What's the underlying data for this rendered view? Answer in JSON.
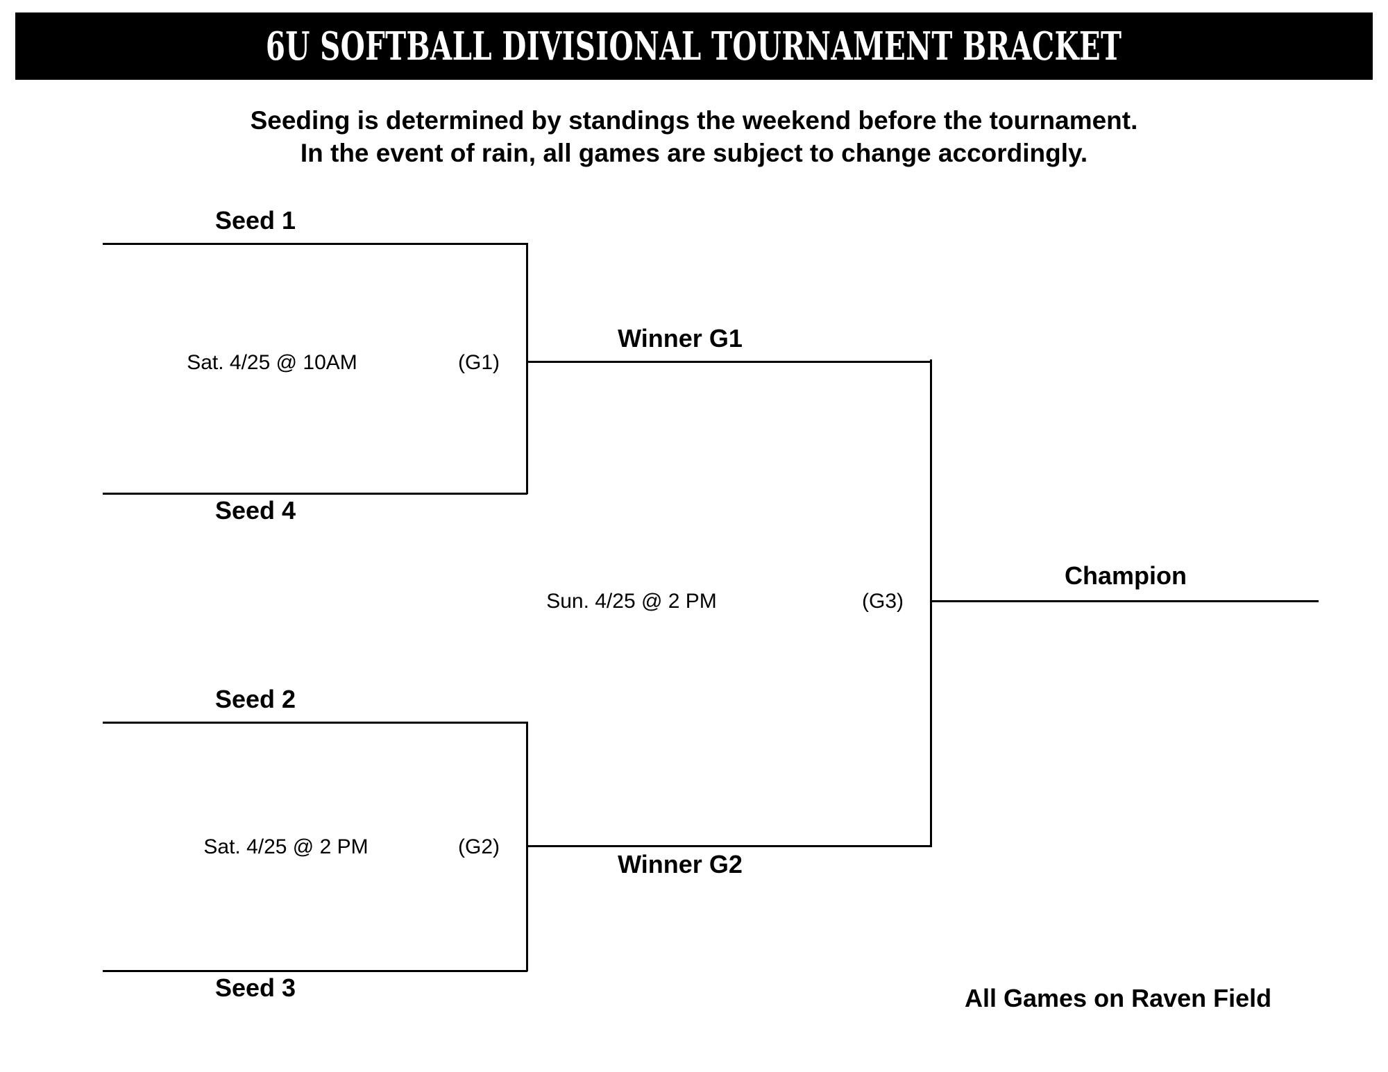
{
  "title": "6U SOFTBALL DIVISIONAL TOURNAMENT BRACKET",
  "subtitle": {
    "line1": "Seeding is determined by standings the weekend before the tournament.",
    "line2": "In the event of rain, all games are subject to change accordingly."
  },
  "bracket": {
    "round1": [
      {
        "game_code": "(G1)",
        "time": "Sat. 4/25 @ 10AM",
        "top_team": "Seed 1",
        "bottom_team": "Seed 4",
        "advances_to": "Winner G1"
      },
      {
        "game_code": "(G2)",
        "time": "Sat. 4/25 @ 2 PM",
        "top_team": "Seed 2",
        "bottom_team": "Seed 3",
        "advances_to": "Winner G2"
      }
    ],
    "final": {
      "game_code": "(G3)",
      "time": "Sun. 4/25 @ 2 PM",
      "top_team": "Winner G1",
      "bottom_team": "Winner G2",
      "advances_to": "Champion"
    }
  },
  "footer": "All Games on Raven Field",
  "colors": {
    "banner_background": "#000000",
    "banner_text": "#ffffff",
    "line": "#000000",
    "page_background": "#ffffff"
  }
}
